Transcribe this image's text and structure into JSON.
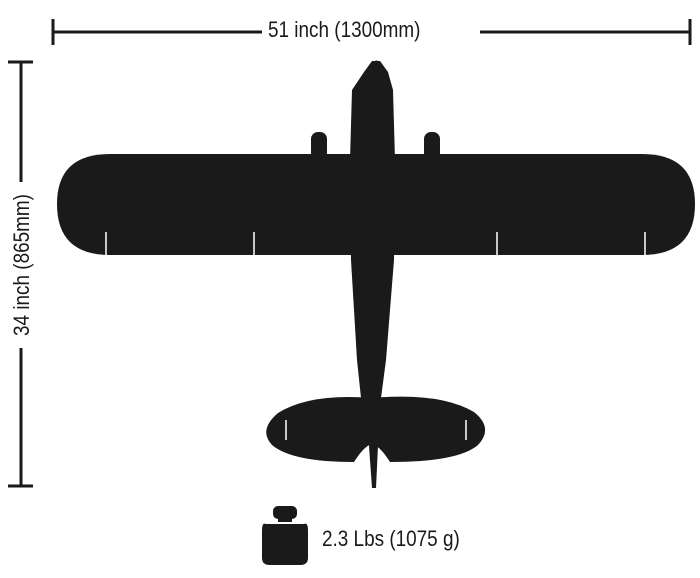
{
  "dimensions": {
    "wingspan_label": "51 inch (1300mm)",
    "length_label": "34 inch (865mm)"
  },
  "weight": {
    "label": "2.3 Lbs (1075 g)",
    "icon": "weight-icon"
  },
  "colors": {
    "silhouette": "#1a1a1a",
    "background": "#ffffff"
  }
}
